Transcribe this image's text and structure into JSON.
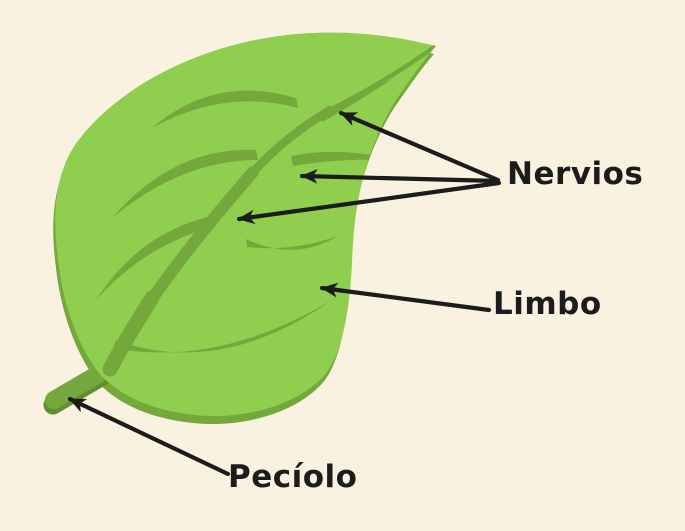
{
  "diagram": {
    "type": "labeled-illustration",
    "subject": "leaf-parts",
    "labels": [
      {
        "id": "nervios",
        "text": "Nervios"
      },
      {
        "id": "limbo",
        "text": "Limbo"
      },
      {
        "id": "peciolo",
        "text": "Pecíolo"
      }
    ],
    "colors": {
      "background": "#FAF2E1",
      "leaf_body": "#8FCE4F",
      "leaf_dark": "#74A83C",
      "leaf_deep_shadow": "#618E31",
      "arrow": "#1C1C1C",
      "text": "#1C1C1C"
    }
  }
}
